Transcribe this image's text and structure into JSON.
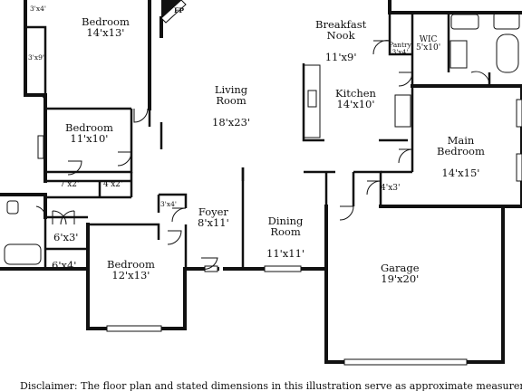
{
  "rooms": {
    "bedroom_top": {
      "name": "Bedroom",
      "dims": "14'x13'"
    },
    "closet_3x4": {
      "dims": "3'x4'"
    },
    "closet_3x9": {
      "dims": "3'x9'"
    },
    "fireplace": {
      "label": "FP"
    },
    "breakfast_nook": {
      "name": "Breakfast\nNook",
      "dims": "11'x9'"
    },
    "pantry": {
      "name": "Pantry",
      "dims": "3'x4'"
    },
    "wic": {
      "name": "WIC",
      "dims": "5'x10'"
    },
    "living_room": {
      "name": "Living\nRoom",
      "dims": "18'x23'"
    },
    "kitchen": {
      "name": "Kitchen",
      "dims": "14'x10'"
    },
    "bedroom_mid": {
      "name": "Bedroom",
      "dims": "11'x10'"
    },
    "main_bedroom": {
      "name": "Main\nBedroom",
      "dims": "14'x15'"
    },
    "closet_7x2": {
      "dims": "7'x2'"
    },
    "closet_4x2": {
      "dims": "4'x2'"
    },
    "closet_4x3": {
      "dims": "4'x3'"
    },
    "closet_3x4b": {
      "dims": "3'x4'"
    },
    "foyer": {
      "name": "Foyer",
      "dims": "8'x11'"
    },
    "dining_room": {
      "name": "Dining\nRoom",
      "dims": "11'x11'"
    },
    "closet_6x3": {
      "dims": "6'x3'"
    },
    "closet_6x4": {
      "dims": "6'x4'"
    },
    "bedroom_bottom": {
      "name": "Bedroom",
      "dims": "12'x13'"
    },
    "garage": {
      "name": "Garage",
      "dims": "19'x20'"
    }
  },
  "disclaimer": "Disclaimer: The floor plan and stated dimensions in this illustration serve as approximate measurements."
}
